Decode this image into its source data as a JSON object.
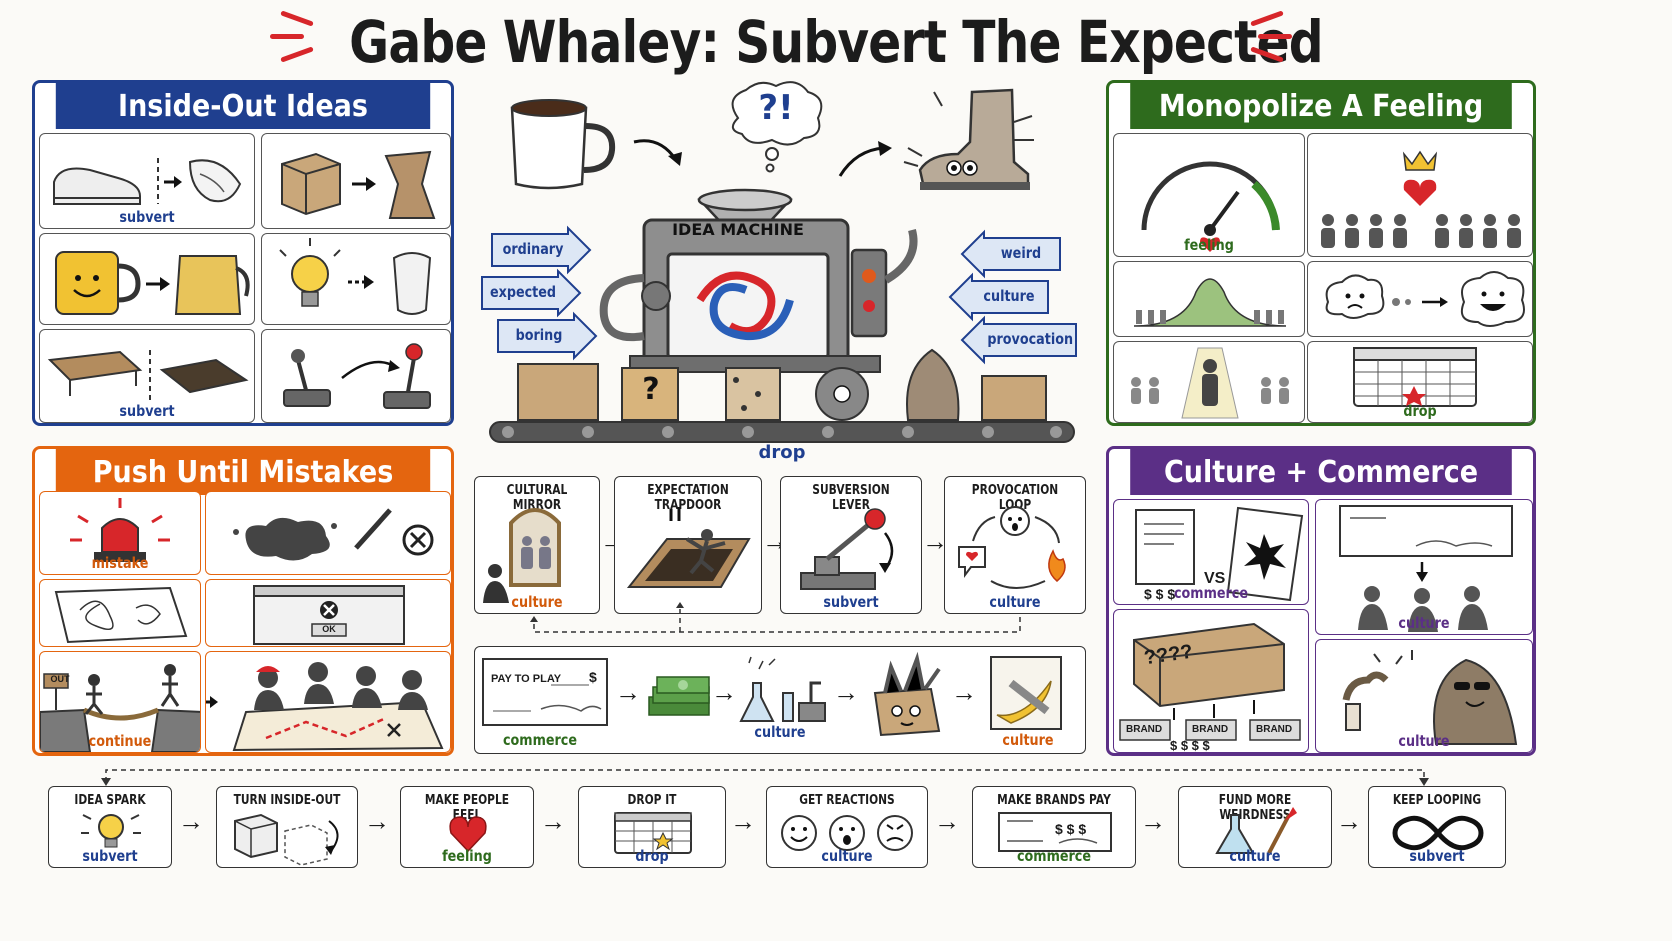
{
  "title": "Gabe Whaley: Subvert The Expected",
  "colors": {
    "blue": "#1f3f8f",
    "green": "#2e6b1d",
    "orange": "#e4650f",
    "purple": "#5b2f86",
    "red": "#d7262a"
  },
  "inside_out": {
    "heading": "Inside-Out Ideas",
    "captions": [
      "subvert",
      "subvert"
    ]
  },
  "monopolize": {
    "heading": "Monopolize A Feeling",
    "captions": [
      "feeling",
      "drop"
    ]
  },
  "push": {
    "heading": "Push Until Mistakes",
    "captions": [
      "mistake",
      "continue"
    ],
    "dialog_ok": "OK",
    "sign": "OUT"
  },
  "culture_commerce": {
    "heading": "Culture + Commerce",
    "vs": "VS",
    "captions": [
      "commerce",
      "culture",
      "culture"
    ],
    "box_text": "????",
    "brand": "BRAND",
    "money": "$ $ $",
    "money4": "$ $ $ $"
  },
  "machine": {
    "label": "IDEA MACHINE",
    "thought": "?!",
    "inputs": [
      "ordinary",
      "expected",
      "boring"
    ],
    "outputs": [
      "weird",
      "culture",
      "provocation"
    ],
    "conveyor_caption": "drop",
    "crate_mark": "?"
  },
  "process": [
    {
      "title": "CULTURAL MIRROR",
      "caption": "culture"
    },
    {
      "title": "EXPECTATION TRAPDOOR",
      "caption": ""
    },
    {
      "title": "SUBVERSION LEVER",
      "caption": "subvert"
    },
    {
      "title": "PROVOCATION LOOP",
      "caption": "culture"
    }
  ],
  "commerce_strip": {
    "check_text": "PAY TO PLAY",
    "check_dollar": "$",
    "captions": [
      "commerce",
      "culture",
      "culture"
    ]
  },
  "bottom_flow": [
    {
      "title": "IDEA SPARK",
      "caption": "subvert"
    },
    {
      "title": "TURN INSIDE-OUT",
      "caption": ""
    },
    {
      "title": "MAKE PEOPLE FEEL",
      "caption": "feeling"
    },
    {
      "title": "DROP IT",
      "caption": "drop"
    },
    {
      "title": "GET REACTIONS",
      "caption": "culture"
    },
    {
      "title": "MAKE BRANDS PAY",
      "caption": "commerce"
    },
    {
      "title": "FUND MORE WEIRDNESS",
      "caption": "culture"
    },
    {
      "title": "KEEP LOOPING",
      "caption": "subvert"
    }
  ]
}
